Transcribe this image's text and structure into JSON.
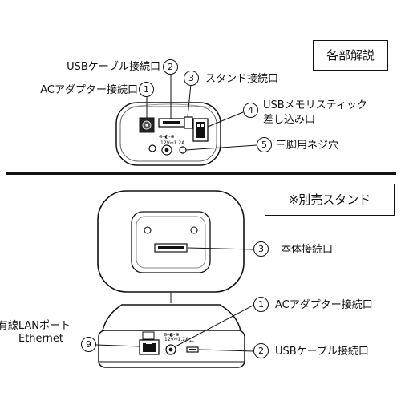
{
  "top_section": {
    "title": "各部解説",
    "callouts": [
      {
        "num": "2",
        "label": "USBケーブル接続口"
      },
      {
        "num": "1",
        "label": "ACアダプター接続口"
      },
      {
        "num": "3",
        "label": "スタンド接続口"
      },
      {
        "num": "4",
        "label_line1": "USBメモリスティック",
        "label_line2": "差し込み口"
      },
      {
        "num": "5",
        "label": "三脚用ネジ穴"
      }
    ],
    "device_marking": "12V⎓1.2A"
  },
  "bottom_section": {
    "title": "※別売スタンド",
    "callouts": [
      {
        "num": "3",
        "label": "本体接続口"
      },
      {
        "num": "1",
        "label": "ACアダプター接続口"
      },
      {
        "num": "9",
        "label_line1": "有線LANポート",
        "label_line2": "Ethernet"
      },
      {
        "num": "2",
        "label": "USBケーブル接続口"
      }
    ],
    "device_marking": "12V⎓1.2A"
  }
}
